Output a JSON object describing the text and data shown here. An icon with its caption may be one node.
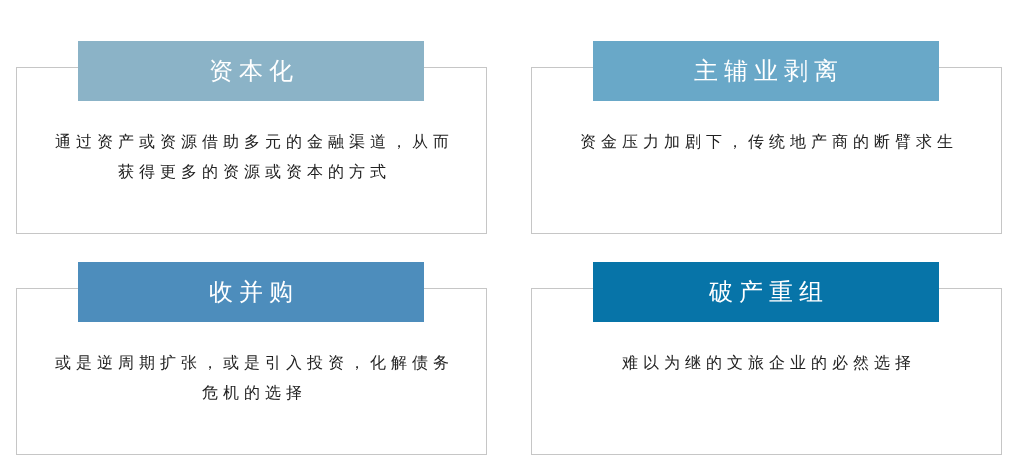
{
  "diagram": {
    "nodes": [
      {
        "text": [
          "资本化",
          "通过资产或资源借助多元的金融渠道，从而获得更多的资源或资本的方式"
        ]
      },
      {
        "text": [
          "主辅业剥离",
          "资金压力加剧下，传统地产商的断臂求生"
        ]
      },
      {
        "text": [
          "收并购",
          "或是逆周期扩张，或是引入投资，化解债务危机的选择"
        ]
      },
      {
        "text": [
          "破产重组",
          "难以为继的文旅企业的必然选择"
        ]
      }
    ]
  }
}
